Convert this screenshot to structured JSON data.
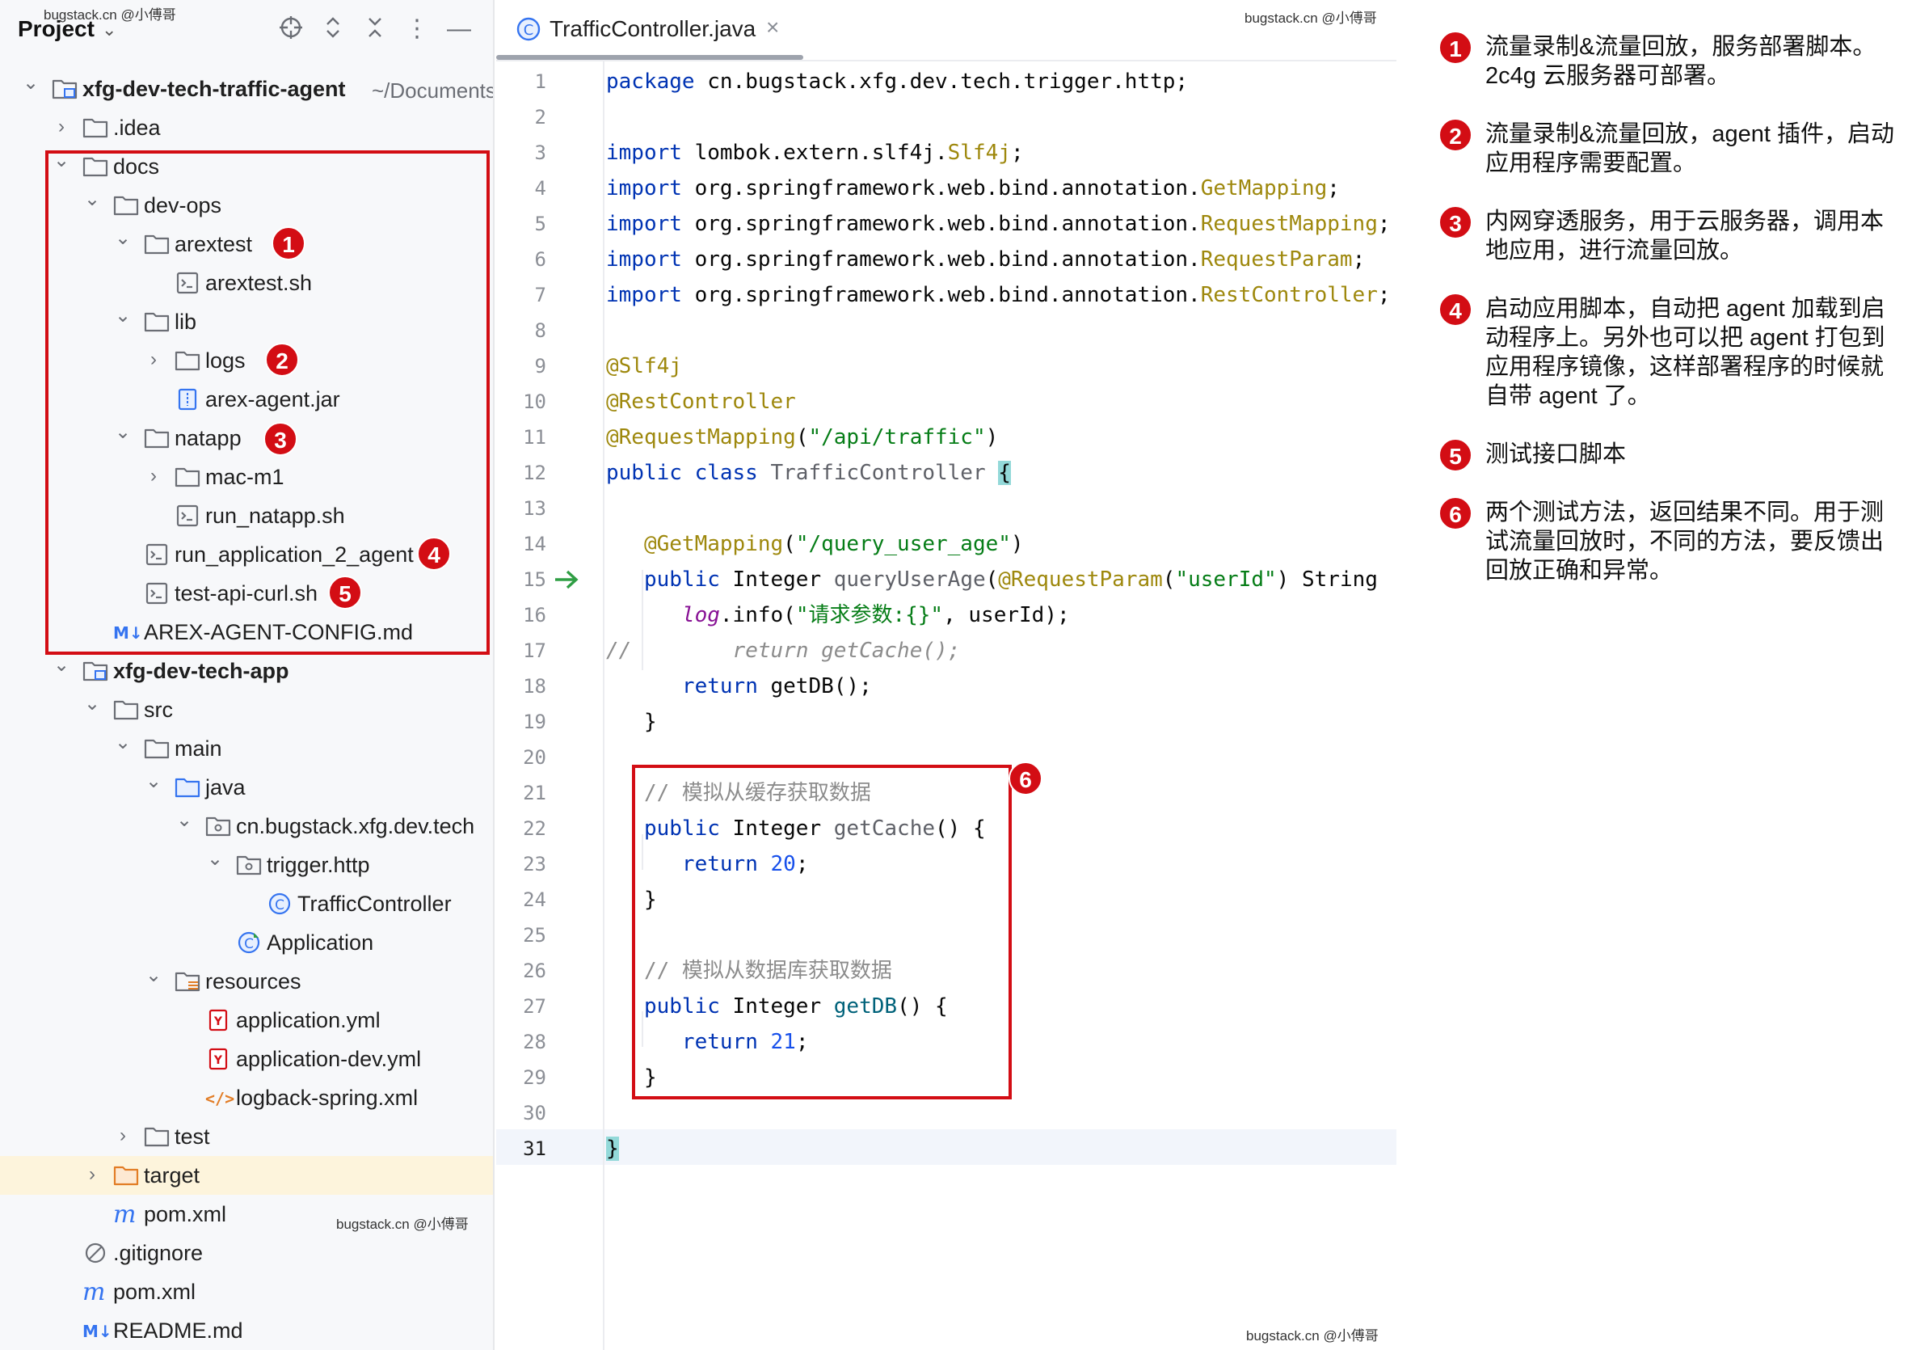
{
  "project_panel": {
    "title": "Project",
    "watermark": "bugstack.cn @小傅哥",
    "tree": [
      {
        "label": "xfg-dev-tech-traffic-agent",
        "path": "~/Documents",
        "icon": "module-folder-icon",
        "bold": true
      },
      {
        "label": ".idea",
        "icon": "folder-icon"
      },
      {
        "label": "docs",
        "icon": "folder-icon"
      },
      {
        "label": "dev-ops",
        "icon": "folder-icon"
      },
      {
        "label": "arextest",
        "icon": "folder-icon"
      },
      {
        "label": "arextest.sh",
        "icon": "shell-script-icon"
      },
      {
        "label": "lib",
        "icon": "folder-icon"
      },
      {
        "label": "logs",
        "icon": "folder-icon"
      },
      {
        "label": "arex-agent.jar",
        "icon": "jar-icon"
      },
      {
        "label": "natapp",
        "icon": "folder-icon"
      },
      {
        "label": "mac-m1",
        "icon": "folder-icon"
      },
      {
        "label": "run_natapp.sh",
        "icon": "shell-script-icon"
      },
      {
        "label": "run_application_2_agent",
        "icon": "shell-script-icon"
      },
      {
        "label": "test-api-curl.sh",
        "icon": "shell-script-icon"
      },
      {
        "label": "AREX-AGENT-CONFIG.md",
        "icon": "markdown-icon"
      },
      {
        "label": "xfg-dev-tech-app",
        "icon": "module-folder-icon",
        "bold": true
      },
      {
        "label": "src",
        "icon": "folder-icon"
      },
      {
        "label": "main",
        "icon": "folder-icon"
      },
      {
        "label": "java",
        "icon": "source-folder-icon"
      },
      {
        "label": "cn.bugstack.xfg.dev.tech",
        "icon": "package-icon"
      },
      {
        "label": "trigger.http",
        "icon": "package-icon"
      },
      {
        "label": "TrafficController",
        "icon": "class-icon"
      },
      {
        "label": "Application",
        "icon": "spring-class-icon"
      },
      {
        "label": "resources",
        "icon": "resources-folder-icon"
      },
      {
        "label": "application.yml",
        "icon": "yaml-icon"
      },
      {
        "label": "application-dev.yml",
        "icon": "yaml-icon"
      },
      {
        "label": "logback-spring.xml",
        "icon": "xml-icon"
      },
      {
        "label": "test",
        "icon": "folder-icon"
      },
      {
        "label": "target",
        "icon": "excluded-folder-icon"
      },
      {
        "label": "pom.xml",
        "icon": "maven-icon"
      },
      {
        "label": ".gitignore",
        "icon": "ignore-icon"
      },
      {
        "label": "pom.xml",
        "icon": "maven-icon"
      },
      {
        "label": "README.md",
        "icon": "markdown-icon"
      }
    ]
  },
  "editor": {
    "tab_label": "TrafficController.java",
    "watermark": "bugstack.cn @小傅哥",
    "current_line": 31,
    "line_numbers": [
      "1",
      "2",
      "3",
      "4",
      "5",
      "6",
      "7",
      "8",
      "9",
      "10",
      "11",
      "12",
      "13",
      "14",
      "15",
      "16",
      "17",
      "18",
      "19",
      "20",
      "21",
      "22",
      "23",
      "24",
      "25",
      "26",
      "27",
      "28",
      "29",
      "30",
      "31"
    ],
    "code": {
      "l1_kw": "package",
      "l1_rest": " cn.bugstack.xfg.dev.tech.trigger.http;",
      "import_kw": "import",
      "l3_pkg": " lombok.extern.slf4j.",
      "l3_cls": "Slf4j",
      "annot_pkg": " org.springframework.web.bind.annotation.",
      "l4_cls": "GetMapping",
      "l5_cls": "RequestMapping",
      "l6_cls": "RequestParam",
      "l7_cls": "RestController",
      "semi": ";",
      "l9": "@Slf4j",
      "l10": "@RestController",
      "l11_ann": "@RequestMapping",
      "l11_str": "\"/api/traffic\"",
      "l12_kw": "public class",
      "l12_name": "TrafficController",
      "l14_ann": "@GetMapping",
      "l14_str": "\"/query_user_age\"",
      "public_kw": "public",
      "integer": " Integer ",
      "l15_method": "queryUserAge",
      "l15_ann": "@RequestParam",
      "l15_str": "\"userId\"",
      "l15_tail": ") String",
      "l16_log": "log",
      "l16_info": ".info(",
      "l16_str": "\"请求参数:{}\"",
      "l16_tail": ", userId);",
      "l17_slash": "//",
      "l17_cmt": "return getCache();",
      "return_kw": "return",
      "l18_call": " getDB();",
      "close_brace": "}",
      "l21_cmt": "// 模拟从缓存获取数据",
      "l22_method": "getCache",
      "method_tail": "() {",
      "l23_num": "20",
      "l26_cmt": "// 模拟从数据库获取数据",
      "l27_method": "getDB",
      "l28_num": "21"
    }
  },
  "badges": [
    "1",
    "2",
    "3",
    "4",
    "5",
    "6"
  ],
  "notes": [
    {
      "num": "1",
      "text": "流量录制&流量回放，服务部署脚本。2c4g 云服务器可部署。"
    },
    {
      "num": "2",
      "text": "流量录制&流量回放，agent 插件，启动应用程序需要配置。"
    },
    {
      "num": "3",
      "text": "内网穿透服务，用于云服务器，调用本地应用，进行流量回放。"
    },
    {
      "num": "4",
      "text": "启动应用脚本，自动把 agent 加载到启动程序上。另外也可以把 agent 打包到应用程序镜像，这样部署程序的时候就自带 agent 了。"
    },
    {
      "num": "5",
      "text": "测试接口脚本"
    },
    {
      "num": "6",
      "text": "两个测试方法，返回结果不同。用于测试流量回放时，不同的方法，要反馈出回放正确和异常。"
    }
  ],
  "colors": {
    "accent_red": "#d30d14",
    "keyword": "#0033b3",
    "annotation": "#9e880d",
    "string": "#067d17"
  }
}
